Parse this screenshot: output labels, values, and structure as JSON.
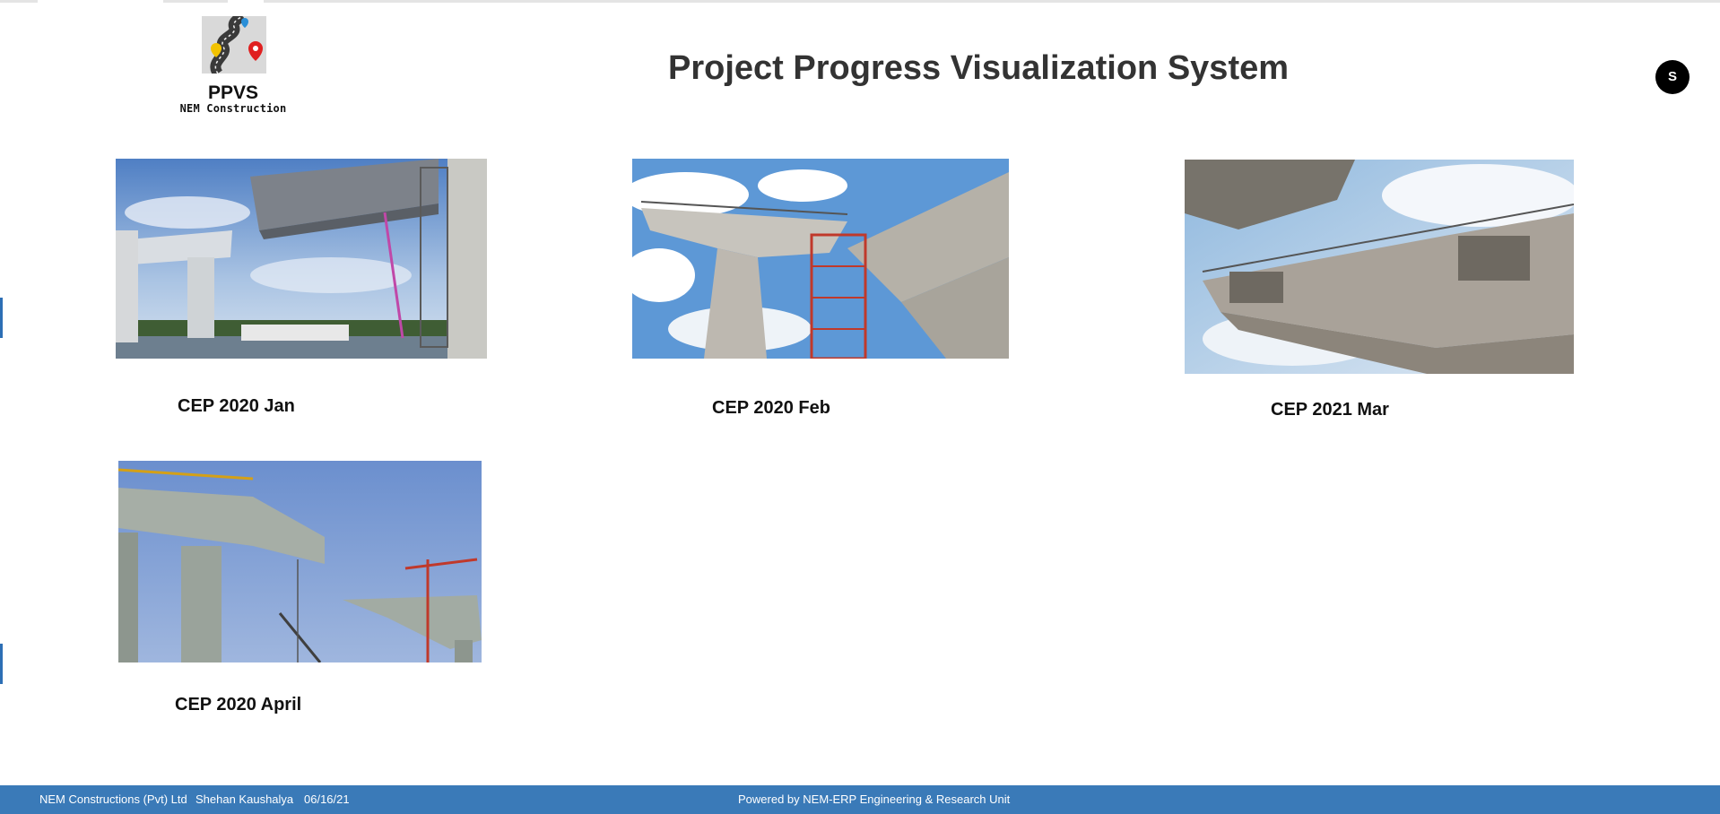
{
  "header": {
    "logo": {
      "title": "PPVS",
      "subtitle": "NEM Construction"
    },
    "title": "Project Progress Visualization System",
    "user_initial": "S"
  },
  "projects": [
    {
      "label": "CEP 2020 Jan",
      "image": "bridge-construction-photo-1"
    },
    {
      "label": "CEP 2020 Feb",
      "image": "bridge-construction-photo-2"
    },
    {
      "label": "CEP 2021 Mar",
      "image": "bridge-construction-photo-3"
    },
    {
      "label": "CEP 2020 April",
      "image": "bridge-construction-photo-4"
    }
  ],
  "footer": {
    "company": "NEM Constructions (Pvt) Ltd",
    "user": "Shehan Kaushalya",
    "date": "06/16/21",
    "powered_by": "Powered by NEM-ERP Engineering & Research Unit"
  },
  "colors": {
    "footer_bg": "#3a7ab8",
    "title": "#333333",
    "avatar_bg": "#000000"
  }
}
